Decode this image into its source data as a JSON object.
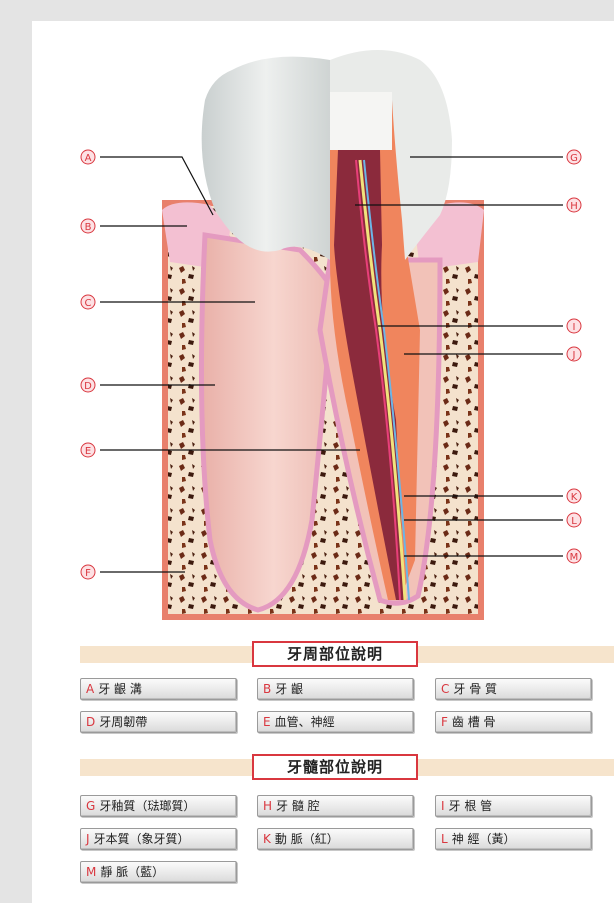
{
  "sections": {
    "periodontal_title": "牙周部位說明",
    "pulp_title": "牙髓部位說明"
  },
  "labels": {
    "a": "A",
    "b": "B",
    "c": "C",
    "d": "D",
    "e": "E",
    "f": "F",
    "g": "G",
    "h": "H",
    "i": "I",
    "j": "J",
    "k": "K",
    "l": "L",
    "m": "M"
  },
  "legend": {
    "periodontal": [
      {
        "letter": "A",
        "text": "牙 齦 溝"
      },
      {
        "letter": "B",
        "text": "牙 齦"
      },
      {
        "letter": "C",
        "text": "牙 骨 質"
      },
      {
        "letter": "D",
        "text": "牙周韌帶"
      },
      {
        "letter": "E",
        "text": "血管、神經"
      },
      {
        "letter": "F",
        "text": "齒 槽 骨"
      }
    ],
    "pulp": [
      {
        "letter": "G",
        "text": "牙釉質（琺瑯質）"
      },
      {
        "letter": "H",
        "text": "牙 髓 腔"
      },
      {
        "letter": "I",
        "text": "牙 根 管"
      },
      {
        "letter": "J",
        "text": "牙本質（象牙質）"
      },
      {
        "letter": "K",
        "text": "動 脈（紅）"
      },
      {
        "letter": "L",
        "text": "神 經（黃）"
      },
      {
        "letter": "M",
        "text": "靜 脈（藍）"
      }
    ]
  },
  "colors": {
    "label_red": "#d9373f",
    "bone": "#f4e2cd",
    "bone_frame": "#e8806c",
    "enamel": "#dfe2e2",
    "dentin": "#f0855d",
    "pulp": "#8b2a3c",
    "gum": "#f3c0d2",
    "header_band": "#f6e4cc"
  }
}
